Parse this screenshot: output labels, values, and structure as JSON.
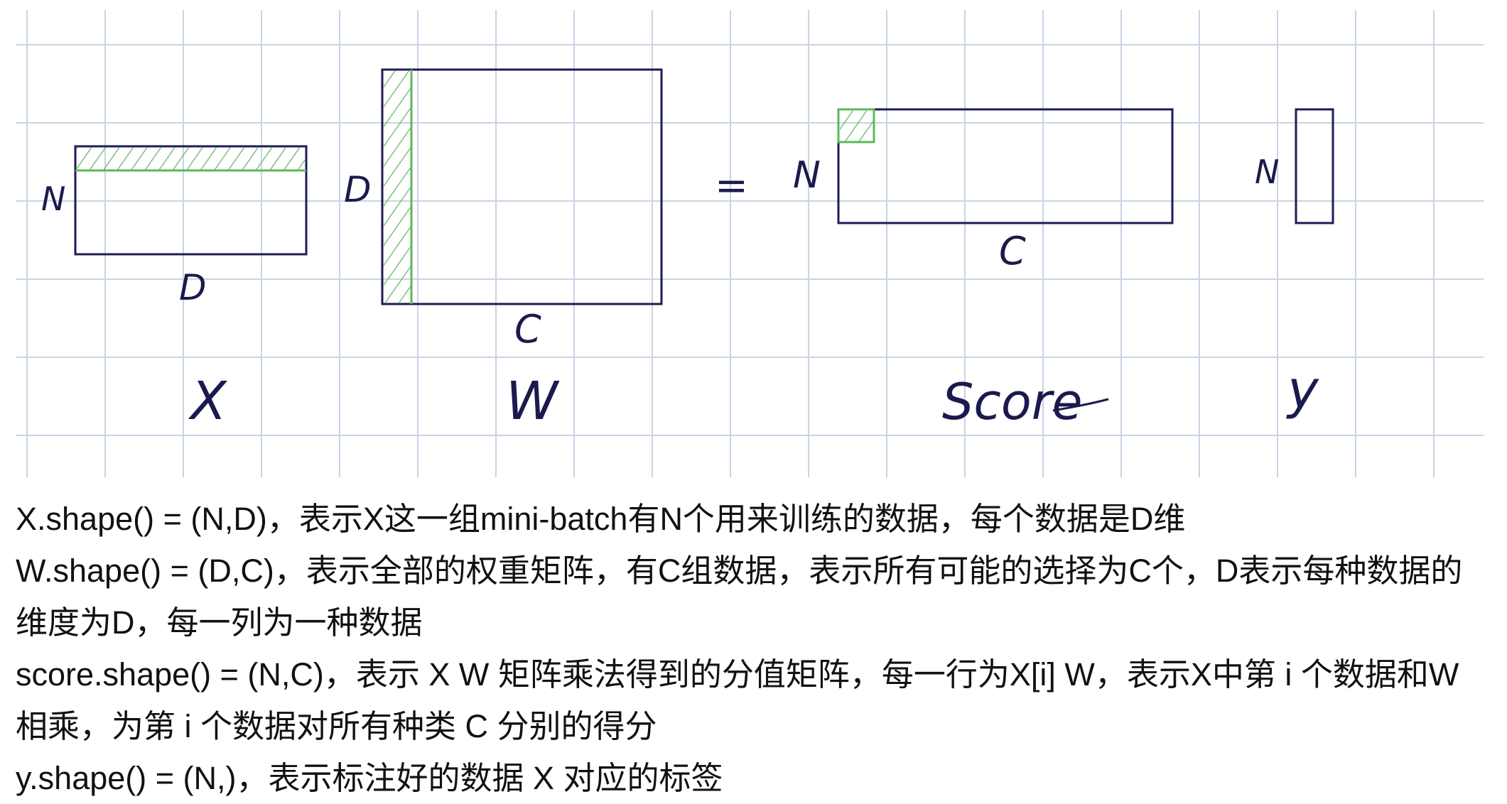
{
  "diagram": {
    "labels": {
      "x_rows": "N",
      "x_cols": "D",
      "x_name": "X",
      "w_rows": "D",
      "w_cols": "C",
      "w_name": "W",
      "equals": "=",
      "score_rows": "N",
      "score_cols": "C",
      "score_name": "Score",
      "y_rows": "N",
      "y_name": "y"
    },
    "colors": {
      "grid": "#c9d3e6",
      "matrix_stroke": "#1c1c5a",
      "highlight": "#5cb85c"
    }
  },
  "notes": [
    "X.shape() = (N,D)，表示X这一组mini-batch有N个用来训练的数据，每个数据是D维",
    "W.shape() = (D,C)，表示全部的权重矩阵，有C组数据，表示所有可能的选择为C个，D表示每种数据的维度为D，每一列为一种数据",
    "score.shape() = (N,C)，表示 X W 矩阵乘法得到的分值矩阵，每一行为X[i] W，表示X中第 i 个数据和W相乘，为第 i 个数据对所有种类 C 分别的得分",
    "y.shape() = (N,)，表示标注好的数据 X 对应的标签"
  ]
}
